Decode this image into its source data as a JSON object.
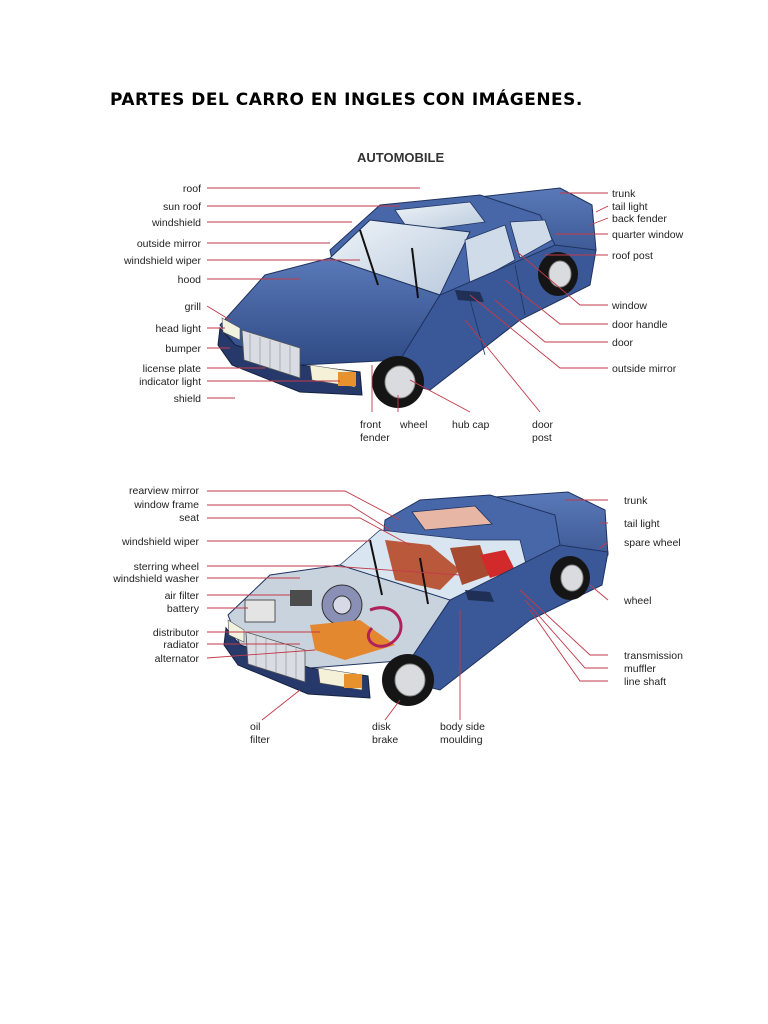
{
  "page_title": "PARTES DEL CARRO EN INGLES CON IMÁGENES.",
  "diagram1": {
    "title": "AUTOMOBILE",
    "left_labels": [
      "roof",
      "sun roof",
      "windshield",
      "outside mirror",
      "windshield wiper",
      "hood",
      "grill",
      "head light",
      "bumper",
      "license plate",
      "indicator light",
      "shield"
    ],
    "right_labels": [
      "trunk",
      "tail light",
      "back fender",
      "quarter window",
      "roof post",
      "window",
      "door handle",
      "door",
      "outside mirror"
    ],
    "bottom_labels": [
      "front fender",
      "wheel",
      "hub cap",
      "door post"
    ]
  },
  "diagram2": {
    "left_labels": [
      "rearview mirror",
      "window frame",
      "seat",
      "windshield wiper",
      "sterring wheel",
      "windshield washer",
      "air filter",
      "battery",
      "distributor",
      "radiator",
      "alternator"
    ],
    "right_labels": [
      "trunk",
      "tail light",
      "spare wheel",
      "wheel",
      "transmission",
      "muffler",
      "line shaft"
    ],
    "bottom_labels": [
      "oil filter",
      "disk brake",
      "body side moulding"
    ]
  },
  "colors": {
    "car_body": "#3f5e9e",
    "leader": "#c23a4a",
    "glass": "#d7e3ee"
  }
}
